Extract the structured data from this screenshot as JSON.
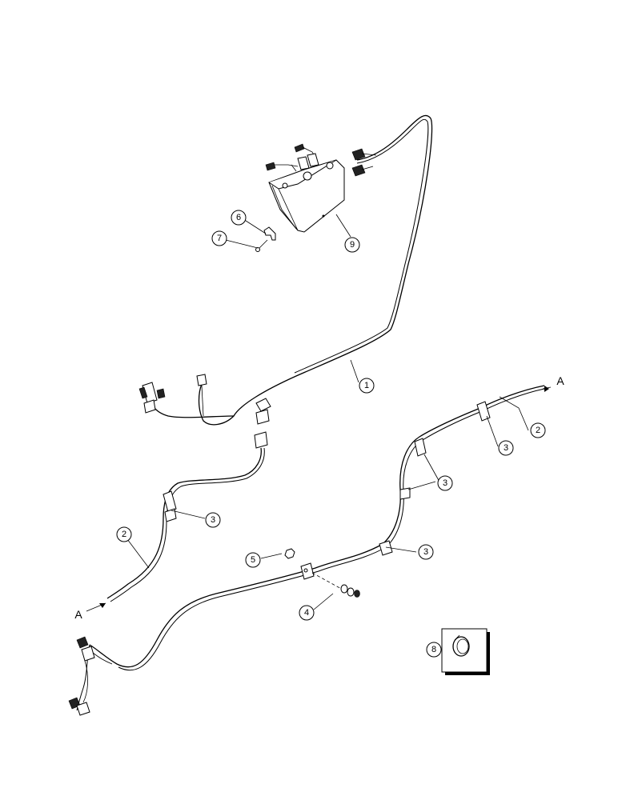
{
  "callouts": {
    "c1": "1",
    "c2a": "2",
    "c2b": "2",
    "c3a": "3",
    "c3b": "3",
    "c3c": "3",
    "c3d": "3",
    "c4": "4",
    "c5": "5",
    "c6": "6",
    "c7": "7",
    "c8": "8",
    "c9": "9"
  },
  "refs": {
    "a_left": "A",
    "a_right": "A"
  }
}
